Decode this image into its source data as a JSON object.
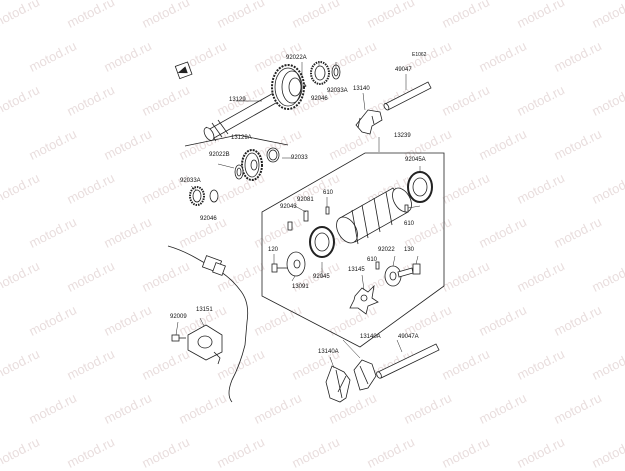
{
  "diagram": {
    "figure_code": "E1062",
    "watermark": "motod.ru",
    "parts": {
      "p92022A": "92022A",
      "p49047": "49047",
      "p92046_top": "92046",
      "p92033A_top": "92033A",
      "p13140": "13140",
      "p13129": "13129",
      "p13129A": "13129A",
      "p92022B": "92022B",
      "p92033": "92033",
      "p13239": "13239",
      "p92045A": "92045A",
      "p92033A_left": "92033A",
      "p92046_left": "92046",
      "p610_a": "610",
      "p92081": "92081",
      "p92043": "92043",
      "p610_b": "610",
      "p120": "120",
      "p13091": "13091",
      "p92045": "92045",
      "p92022": "92022",
      "p130": "130",
      "p13145": "13145",
      "p610_c": "610",
      "p13151": "13151",
      "p92009": "92009",
      "p13140A_a": "13140A",
      "p49047A": "49047A",
      "p13140A_b": "13140A"
    }
  }
}
